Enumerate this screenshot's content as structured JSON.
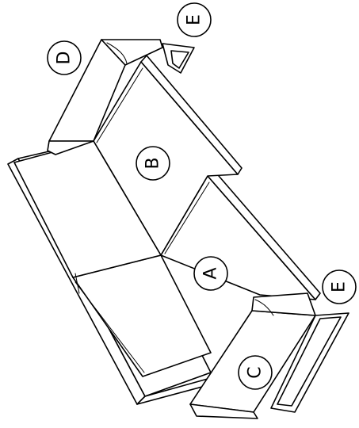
{
  "diagram": {
    "callouts": {
      "a": "A",
      "b": "B",
      "c": "C",
      "d": "D",
      "e_top": "E",
      "e_bottom": "E"
    }
  }
}
